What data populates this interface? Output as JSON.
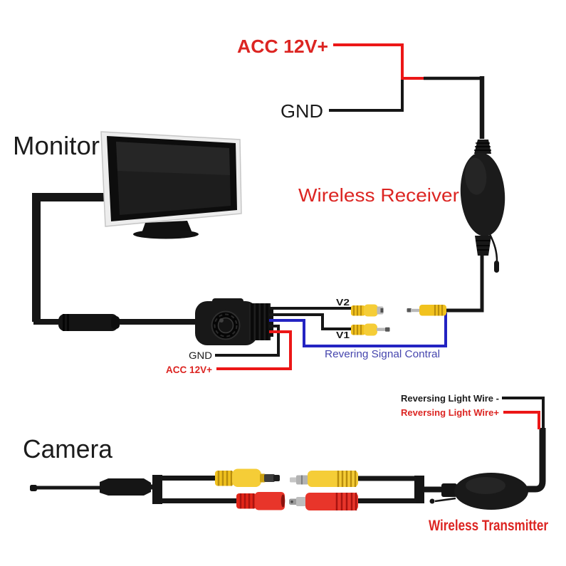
{
  "diagram": {
    "type": "wiring-diagram",
    "product": "wireless backup camera kit connection diagram",
    "sections": {
      "power_top": {
        "acc_label": "ACC 12V+",
        "gnd_label": "GND"
      },
      "monitor": {
        "label": "Monitor"
      },
      "receiver": {
        "label": "Wireless Receiver"
      },
      "video_junction": {
        "v2_label": "V2",
        "v1_label": "V1",
        "gnd_label": "GND",
        "acc_label": "ACC 12V+",
        "reversing_signal_label": "Revering Signal Contral"
      },
      "transmitter": {
        "label": "Wireless Transmitter",
        "reversing_light_neg_label": "Reversing Light Wire -",
        "reversing_light_pos_label": "Reversing Light Wire+"
      },
      "camera": {
        "label": "Camera"
      }
    },
    "colors": {
      "background": "#ffffff",
      "label_black": "#1c1c1c",
      "label_red": "#dc2522",
      "label_blue": "#4646ae",
      "wire_black": "#161616",
      "wire_red": "#ec1717",
      "wire_blue": "#2323c2",
      "connector_yellow": "#f1c21e",
      "connector_yellow_dark": "#b88d0e",
      "connector_red": "#e32519",
      "metal_gray": "#b9b9b9",
      "device_black": "#181818"
    }
  }
}
